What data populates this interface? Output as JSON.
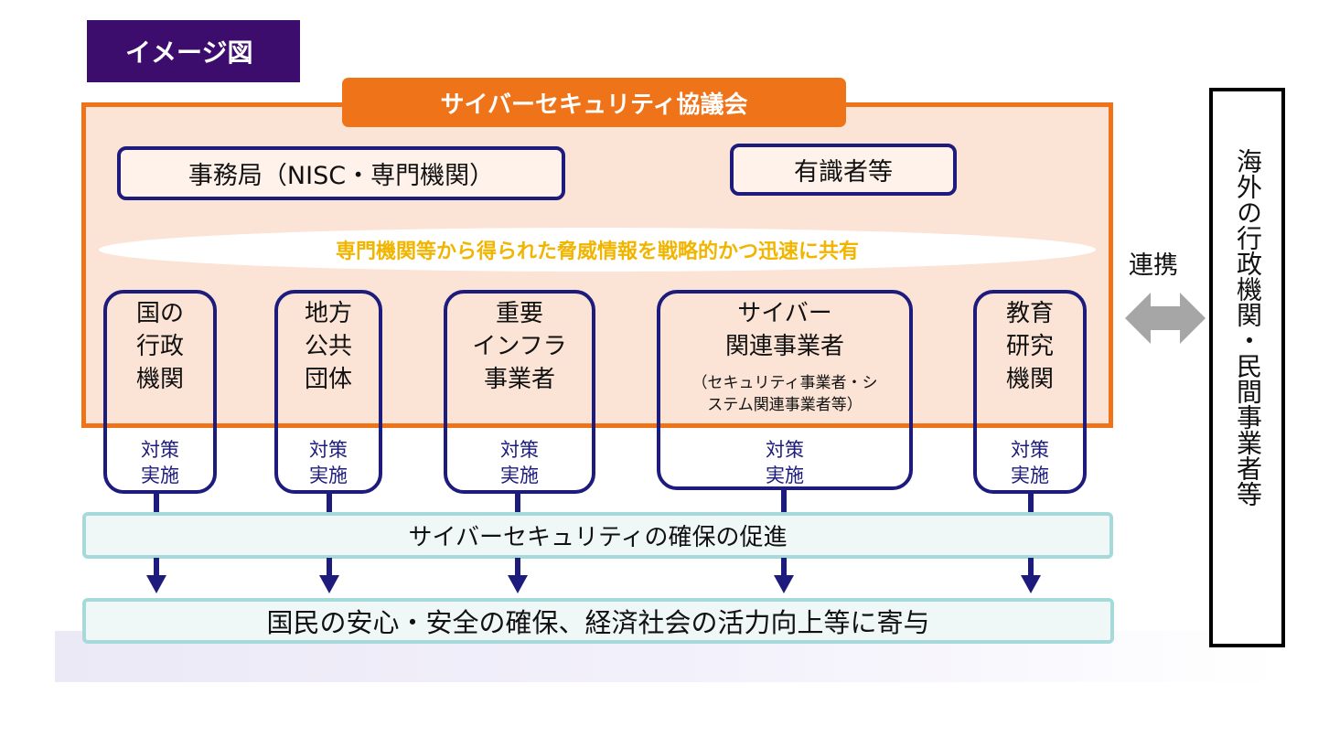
{
  "image_tag": "イメージ図",
  "council": {
    "title": "サイバーセキュリティ協議会",
    "secretariat": "事務局（NISC・専門機関）",
    "experts": "有識者等",
    "sharing": "専門機関等から得られた脅威情報を戦略的かつ迅速に共有"
  },
  "actors": [
    {
      "name": "国の\n行政\n機関",
      "action": "対策\n実施"
    },
    {
      "name": "地方\n公共\n団体",
      "action": "対策\n実施"
    },
    {
      "name": "重要\nインフラ\n事業者",
      "action": "対策\n実施"
    },
    {
      "name": "サイバー\n関連事業者",
      "note": "（セキュリティ事業者・シ\nステム関連事業者等）",
      "action": "対策\n実施"
    },
    {
      "name": "教育\n研究\n機関",
      "action": "対策\n実施"
    }
  ],
  "promotion": "サイバーセキュリティの確保の促進",
  "outcome": "国民の安心・安全の確保、経済社会の活力向上等に寄与",
  "link_label": "連携",
  "overseas": "海外の行政機関・民間事業者等",
  "colors": {
    "tag_bg": "#3d0d6e",
    "council_border": "#ef7318",
    "council_fill": "#fbe3d6",
    "navy": "#1d1b7c",
    "share_text": "#f1b500",
    "bar_border": "#a6d9da",
    "arrow_gray": "#a6a6a6"
  },
  "icons": [
    "double-arrow-icon",
    "down-arrow-icon"
  ]
}
